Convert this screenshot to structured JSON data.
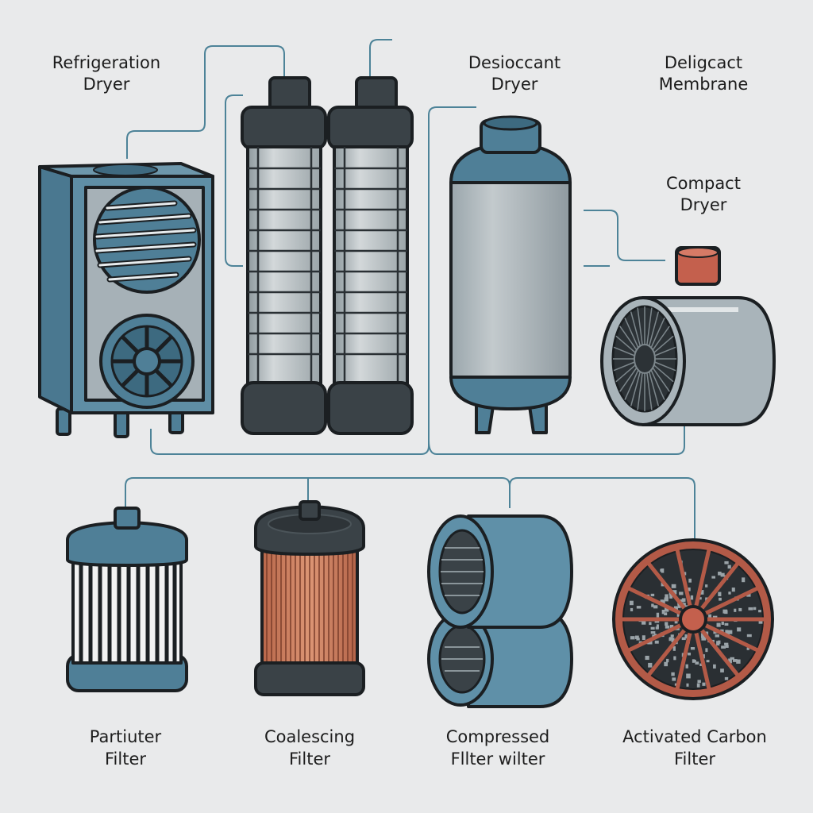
{
  "colors": {
    "background": "#e9eaeb",
    "steel_blue": "#4f7f97",
    "grey_metal": "#a9b4ba",
    "dark_cap": "#3a4247",
    "copper": "#c97a57",
    "connector": "#4d8398"
  },
  "dryers": [
    {
      "line1": "Refrigeration",
      "line2": "Dryer"
    },
    {
      "line1": "Desioccant",
      "line2": "Dryer"
    },
    {
      "line1": "Deligcact",
      "line2": "Membrane"
    },
    {
      "line1": "Compact",
      "line2": "Dryer"
    }
  ],
  "filters": [
    {
      "line1": "Partiuter",
      "line2": "Filter"
    },
    {
      "line1": "Coalescing",
      "line2": "Filter"
    },
    {
      "line1": "Compressed",
      "line2": "Fllter wilter"
    },
    {
      "line1": "Activated Carbon",
      "line2": "Filter"
    }
  ]
}
